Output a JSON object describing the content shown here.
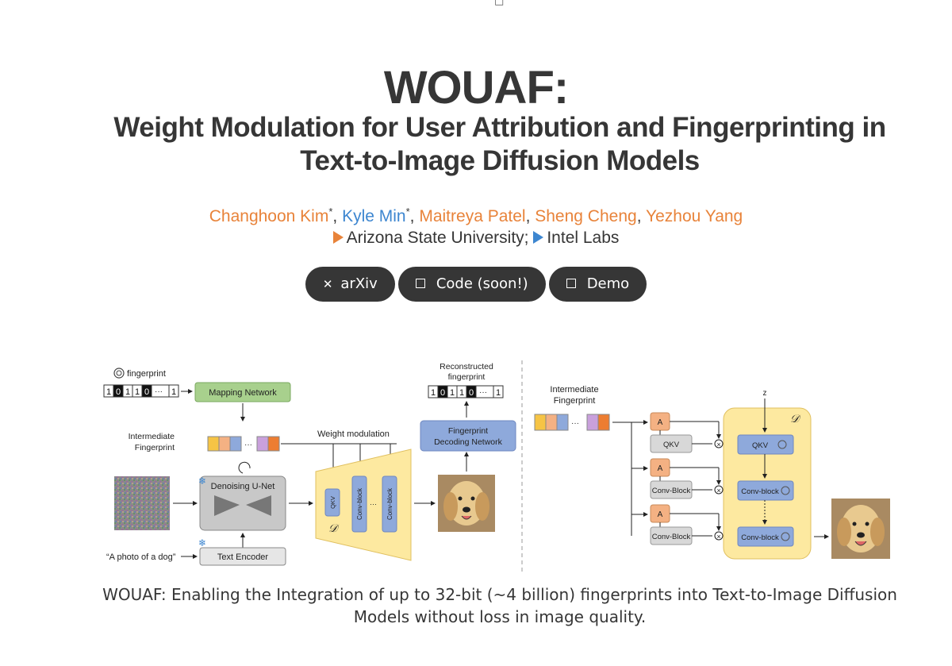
{
  "header": {
    "glyph": "□"
  },
  "title": "WOUAF:",
  "subtitle": "Weight Modulation for User Attribution and Fingerprinting in Text-to-Image Diffusion Models",
  "authors": [
    {
      "name": "Changhoon Kim",
      "mark": "*",
      "color": "#e8833a"
    },
    {
      "name": "Kyle Min",
      "mark": "*",
      "color": "#3d86d0"
    },
    {
      "name": "Maitreya Patel",
      "mark": "",
      "color": "#e8833a"
    },
    {
      "name": "Sheng Cheng",
      "mark": "",
      "color": "#e8833a"
    },
    {
      "name": "Yezhou Yang",
      "mark": "",
      "color": "#e8833a"
    }
  ],
  "affiliations": [
    {
      "name": "Arizona State University;",
      "color": "#e8833a"
    },
    {
      "name": "Intel Labs",
      "color": "#3d86d0"
    }
  ],
  "links": [
    {
      "label": "arXiv",
      "icon": "arxiv-icon"
    },
    {
      "label": "Code (soon!)",
      "icon": "square-icon"
    },
    {
      "label": "Demo",
      "icon": "square-icon"
    }
  ],
  "figure": {
    "left": {
      "fingerprint_label": "fingerprint",
      "bits": [
        "1",
        "0",
        "1",
        "1",
        "0",
        "···",
        "1"
      ],
      "mapping_network": "Mapping Network",
      "intermediate_fingerprint": [
        "Intermediate",
        "Fingerprint"
      ],
      "weight_modulation": "Weight modulation",
      "denoising_unet": "Denoising U-Net",
      "text_encoder": "Text Encoder",
      "prompt": "“A photo of a dog”",
      "decoder_symbol": "𝒟",
      "qkv": "QKV",
      "conv_block": "Conv-block",
      "ellipsis": "···",
      "reconstructed": [
        "Reconstructed",
        "fingerprint"
      ],
      "decoding_network": [
        "Fingerprint",
        "Decoding Network"
      ]
    },
    "right": {
      "intermediate_fingerprint": [
        "Intermediate",
        "Fingerprint"
      ],
      "z": "z",
      "a_label": "A",
      "qkv": "QKV",
      "conv_block": "Conv-Block",
      "conv_block_mod": "Conv-block",
      "decoder_symbol": "𝒟"
    }
  },
  "caption": "WOUAF: Enabling the Integration of up to 32-bit (~4 billion) fingerprints into Text-to-Image Diffusion Models without loss in image quality.",
  "colors": {
    "text": "#363636",
    "orange": "#e8833a",
    "blue": "#3d86d0",
    "button_bg": "#363636",
    "green_box": "#a8d08d",
    "blue_box": "#8ea9db",
    "decoder_bg": "#fde9a0",
    "orange_box": "#f4b183",
    "gray_box": "#c8c8c8"
  }
}
